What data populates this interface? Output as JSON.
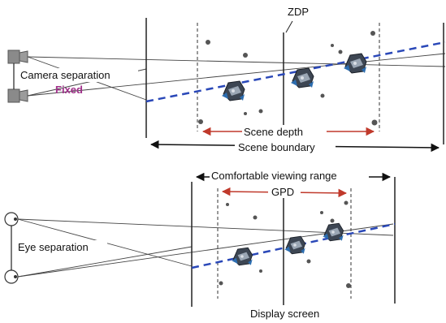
{
  "top_panel": {
    "labels": {
      "zdp": "ZDP",
      "camera_separation": "Camera separation",
      "fixed": "Fixed",
      "scene_depth": "Scene depth",
      "scene_boundary": "Scene boundary"
    }
  },
  "bottom_panel": {
    "labels": {
      "comfortable_viewing_range": "Comfortable viewing range",
      "gpd": "GPD",
      "eye_separation": "Eye separation",
      "display_screen": "Display screen"
    }
  },
  "colors": {
    "dashed_axis": "#2a48b8",
    "range_arrows": "#c0392b",
    "fixed_label": "#a0308a",
    "lines": "#222222"
  }
}
